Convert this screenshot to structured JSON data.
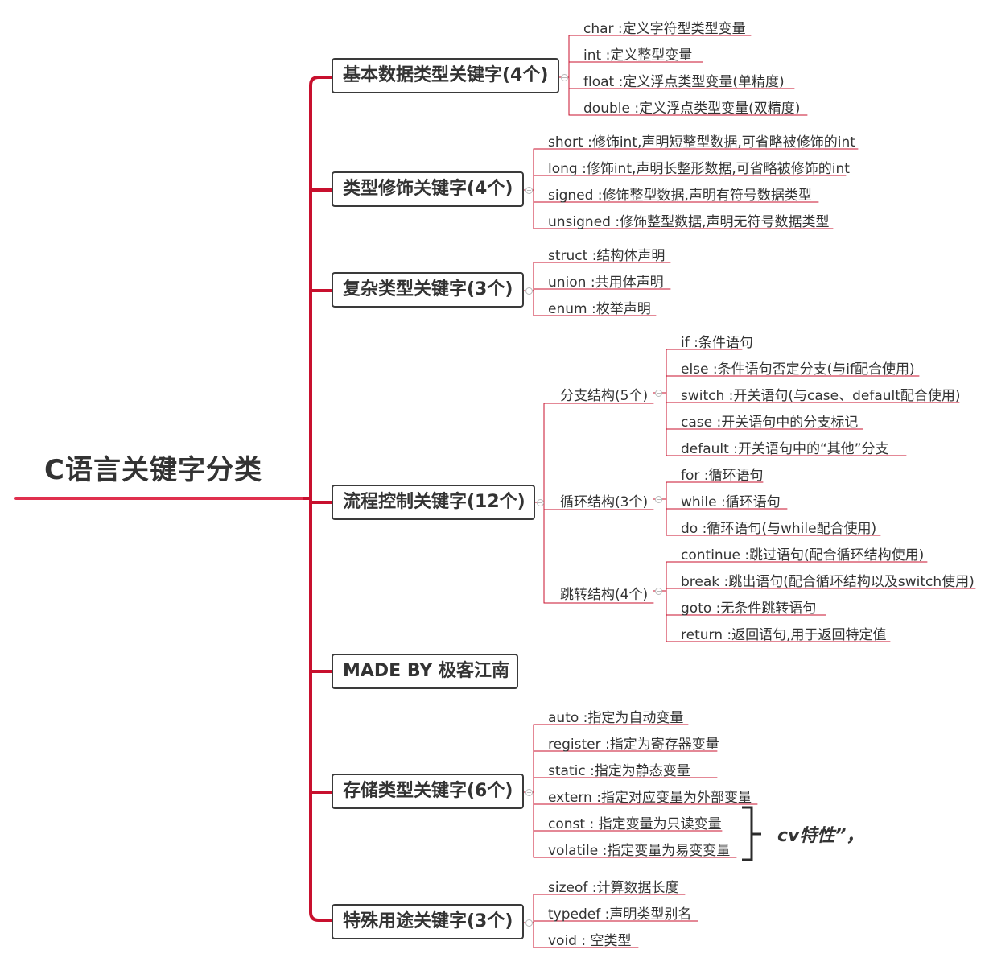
{
  "title": "C语言关键字分类",
  "categories": {
    "basic": {
      "label": "基本数据类型关键字(4个)",
      "items": [
        "char :定义字符型类型变量",
        "int :定义整型变量",
        "float :定义浮点类型变量(单精度)",
        "double :定义浮点类型变量(双精度)"
      ]
    },
    "modifier": {
      "label": "类型修饰关键字(4个)",
      "items": [
        "short :修饰int,声明短整型数据,可省略被修饰的int",
        "long :修饰int,声明长整形数据,可省略被修饰的int",
        "signed :修饰整型数据,声明有符号数据类型",
        "unsigned :修饰整型数据,声明无符号数据类型"
      ]
    },
    "complex": {
      "label": "复杂类型关键字(3个)",
      "items": [
        "struct :结构体声明",
        "union :共用体声明",
        "enum :枚举声明"
      ]
    },
    "flow": {
      "label": "流程控制关键字(12个)",
      "branch": {
        "label": "分支结构(5个)",
        "items": [
          "if :条件语句",
          "else :条件语句否定分支(与if配合使用)",
          "switch :开关语句(与case、default配合使用)",
          "case :开关语句中的分支标记",
          "default :开关语句中的“其他”分支"
        ]
      },
      "loop": {
        "label": "循环结构(3个)",
        "items": [
          "for :循环语句",
          "while :循环语句",
          "do :循环语句(与while配合使用)"
        ]
      },
      "jump": {
        "label": "跳转结构(4个)",
        "items": [
          "continue :跳过语句(配合循环结构使用)",
          "break :跳出语句(配合循环结构以及switch使用)",
          "goto :无条件跳转语句",
          "return :返回语句,用于返回特定值"
        ]
      }
    },
    "made_by": {
      "label": "MADE BY 极客江南"
    },
    "storage": {
      "label": "存储类型关键字(6个)",
      "items": [
        "auto :指定为自动变量",
        "register :指定为寄存器变量",
        "static :指定为静态变量",
        "extern :指定对应变量为外部变量",
        "const : 指定变量为只读变量",
        "volatile :指定变量为易变变量"
      ],
      "note": "cv特性”，"
    },
    "special": {
      "label": "特殊用途关键字(3个)",
      "items": [
        "sizeof :计算数据长度",
        "typedef :声明类型别名",
        "void : 空类型"
      ]
    }
  },
  "colors": {
    "trunk": "#e0304e",
    "line": "#c8102e",
    "box_border": "#3a3a3a"
  }
}
